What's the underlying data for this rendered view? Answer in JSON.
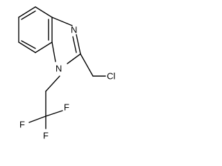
{
  "molecule": {
    "atoms": {
      "N_imidazole": "N",
      "N_substituted": "N",
      "Cl": "Cl",
      "F_top": "F",
      "F_left": "F",
      "F_bottom": "F"
    }
  }
}
